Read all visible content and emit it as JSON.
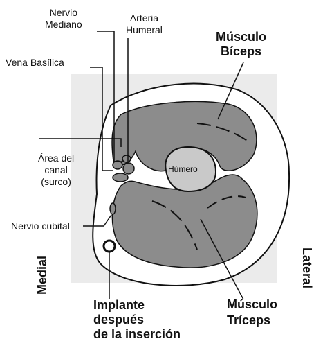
{
  "labels": {
    "nervio_mediano": [
      "Nervio",
      "Mediano"
    ],
    "arteria_humeral": [
      "Arteria",
      "Humeral"
    ],
    "musculo_biceps": [
      "Músculo",
      "Bíceps"
    ],
    "vena_basilica": "Vena Basílica",
    "area_canal": [
      "Área del",
      "canal",
      "(surco)"
    ],
    "humero": "Húmero",
    "nervio_cubital": "Nervio cubital",
    "medial": "Medial",
    "lateral": "Lateral",
    "implante": [
      "Implante",
      "después",
      "de la inserción"
    ],
    "musculo_triceps": [
      "Músculo",
      "Tríceps"
    ]
  },
  "colors": {
    "background_square": "#ebebeb",
    "muscle": "#8c8c8c",
    "humerus": "#c9c9c9",
    "outline": "#111111"
  }
}
